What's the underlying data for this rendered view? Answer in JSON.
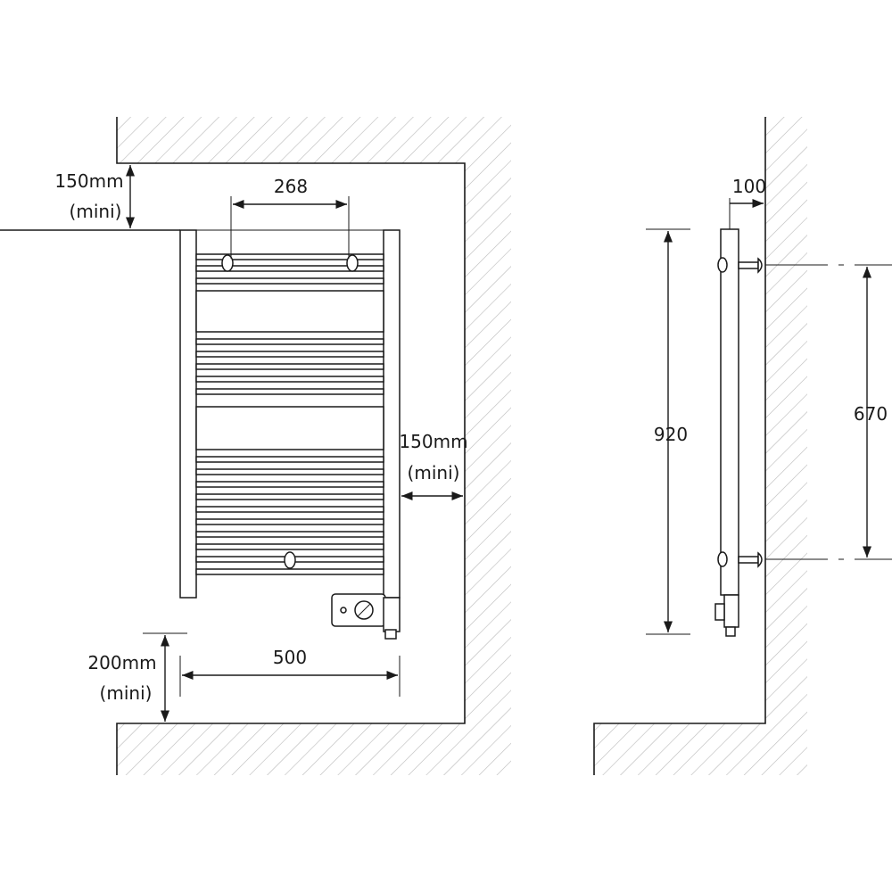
{
  "front_view": {
    "top_clearance": {
      "value": "150mm",
      "note": "(mini)"
    },
    "bracket_spacing": "268",
    "side_clearance": {
      "value": "150mm",
      "note": "(mini)"
    },
    "width": "500",
    "floor_clearance": {
      "value": "200mm",
      "note": "(mini)"
    }
  },
  "side_view": {
    "wall_offset": "100",
    "height": "920",
    "bracket_spacing": "670"
  }
}
